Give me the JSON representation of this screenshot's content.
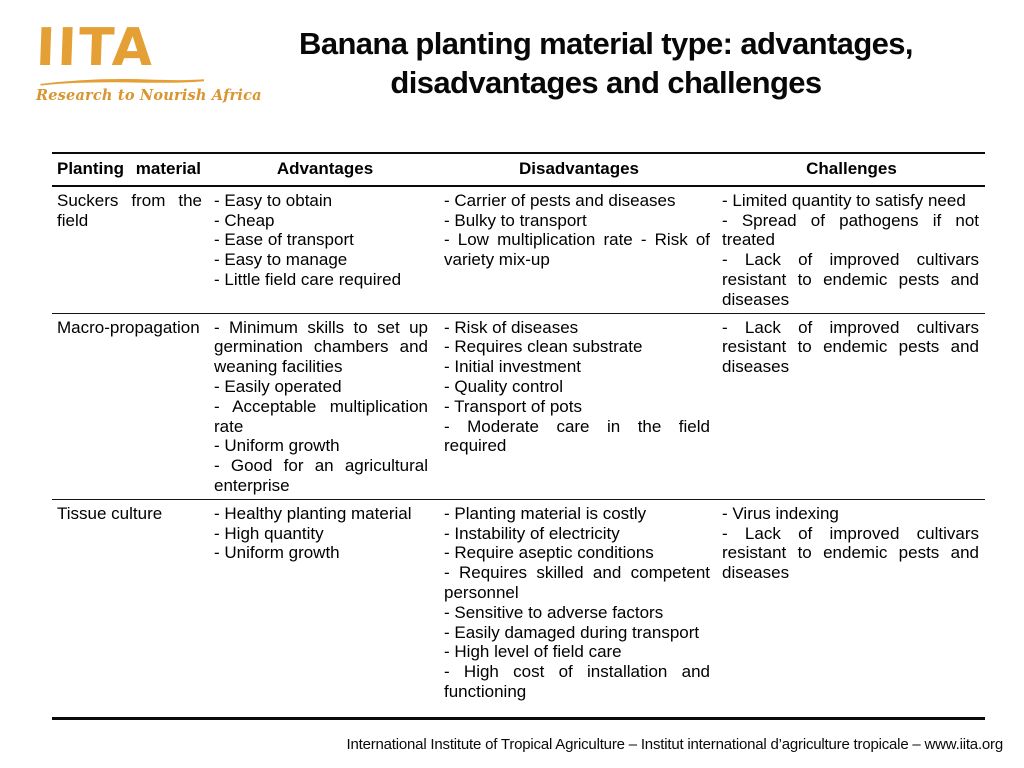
{
  "logo": {
    "acronym": "IITA",
    "tagline": "Research to Nourish Africa",
    "accent_color": "#e5a035"
  },
  "title": {
    "lines": [
      "Banana planting material type: advantages,",
      "disadvantages and challenges"
    ]
  },
  "table": {
    "headers": [
      "Planting material",
      "Advantages",
      "Disadvantages",
      "Challenges"
    ],
    "rows": [
      {
        "material": "Suckers from the field",
        "advantages": [
          "- Easy to obtain",
          "- Cheap",
          "- Ease of transport",
          "- Easy to manage",
          "- Little field care required"
        ],
        "disadvantages": [
          "- Carrier of pests and diseases",
          "- Bulky to transport",
          "- Low multiplication rate  - Risk of variety mix-up"
        ],
        "challenges": [
          "- Limited quantity to satisfy need",
          "- Spread of pathogens if not treated",
          "- Lack of improved cultivars resistant to endemic pests and diseases"
        ]
      },
      {
        "material": "Macro-propagation",
        "advantages": [
          "- Minimum skills to set up germination chambers and weaning facilities",
          "- Easily operated",
          "- Acceptable multiplication rate",
          "- Uniform growth",
          "- Good for an agricultural enterprise"
        ],
        "disadvantages": [
          "- Risk of diseases",
          "- Requires clean substrate",
          "- Initial investment",
          "- Quality control",
          "- Transport of pots",
          "- Moderate care in the field required"
        ],
        "challenges": [
          "- Lack of improved cultivars resistant to endemic pests and diseases"
        ]
      },
      {
        "material": "Tissue culture",
        "advantages": [
          "- Healthy planting material",
          "- High quantity",
          "- Uniform growth"
        ],
        "disadvantages": [
          "- Planting material is costly",
          "- Instability of electricity",
          "- Require aseptic conditions",
          "- Requires skilled and competent personnel",
          "- Sensitive to adverse factors",
          "- Easily damaged during transport",
          "- High level of field care",
          "- High cost of installation and functioning"
        ],
        "challenges": [
          "- Virus indexing",
          "- Lack of improved cultivars resistant to endemic pests and diseases"
        ]
      }
    ]
  },
  "footer": {
    "text": "International Institute of Tropical Agriculture – Institut international d’agriculture tropicale – www.iita.org"
  }
}
